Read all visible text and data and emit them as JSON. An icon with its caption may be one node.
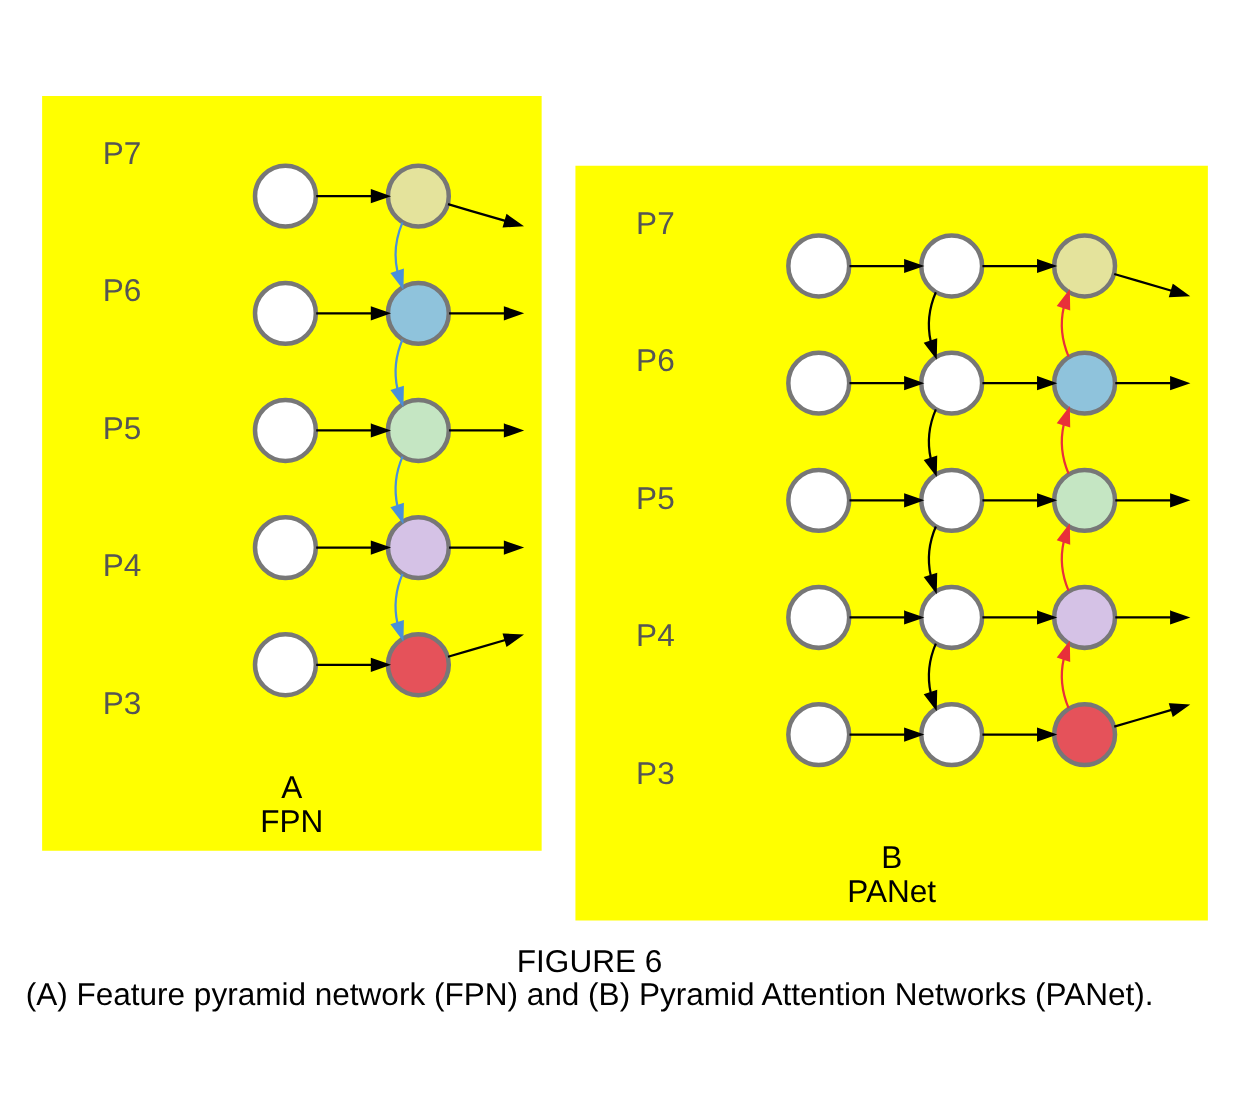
{
  "diagram": {
    "title": "FIGURE 6",
    "caption": "(A) Feature pyramid network (FPN) and (B) Pyramid Attention Networks (PANet).",
    "nodes": [
      {
        "text": [
          "A",
          "FPN"
        ]
      },
      {
        "text": [],
        "shape": "circle",
        "in": 0
      },
      {
        "text": [],
        "shape": "circle",
        "in": 0
      },
      {
        "text": [],
        "shape": "circle",
        "in": 0
      },
      {
        "text": [],
        "shape": "circle",
        "in": 0
      },
      {
        "text": [],
        "shape": "circle",
        "in": 0
      },
      {
        "text": [],
        "shape": "circle",
        "in": 0
      },
      {
        "text": [],
        "shape": "circle",
        "in": 0
      },
      {
        "text": [],
        "shape": "circle",
        "in": 0
      },
      {
        "text": [],
        "shape": "circle",
        "in": 0
      },
      {
        "text": [],
        "shape": "circle",
        "in": 0
      },
      {
        "text": [
          "B",
          "PANet"
        ]
      },
      {
        "text": [],
        "shape": "circle",
        "in": 11
      },
      {
        "text": [],
        "shape": "circle",
        "in": 11
      },
      {
        "text": [],
        "shape": "circle",
        "in": 11
      },
      {
        "text": [],
        "shape": "circle",
        "in": 11
      },
      {
        "text": [],
        "shape": "circle",
        "in": 11
      },
      {
        "text": [],
        "shape": "circle",
        "in": 11
      },
      {
        "text": [],
        "shape": "circle",
        "in": 11
      },
      {
        "text": [],
        "shape": "circle",
        "in": 11
      },
      {
        "text": [],
        "shape": "circle",
        "in": 11
      },
      {
        "text": [],
        "shape": "circle",
        "in": 11
      },
      {
        "text": [],
        "shape": "circle",
        "in": 11
      },
      {
        "text": [],
        "shape": "circle",
        "in": 11
      },
      {
        "text": [],
        "shape": "circle",
        "in": 11
      },
      {
        "text": [],
        "shape": "circle",
        "in": 11
      },
      {
        "text": [],
        "shape": "circle",
        "in": 11
      }
    ],
    "edges": [
      {
        "from": 1,
        "to": 2,
        "arrow": "to"
      },
      {
        "from": 2,
        "to": null,
        "arrow": "to"
      },
      {
        "from": 3,
        "to": 4,
        "arrow": "to"
      },
      {
        "from": 4,
        "to": null,
        "arrow": "to"
      },
      {
        "from": 5,
        "to": 6,
        "arrow": "to"
      },
      {
        "from": 6,
        "to": null,
        "arrow": "to"
      },
      {
        "from": 7,
        "to": 8,
        "arrow": "to"
      },
      {
        "from": 8,
        "to": null,
        "arrow": "to"
      },
      {
        "from": 9,
        "to": 10,
        "arrow": "to"
      },
      {
        "from": 10,
        "to": null,
        "arrow": "to"
      },
      {
        "from": 2,
        "to": 4,
        "arrow": "to",
        "color": "#4a90d9"
      },
      {
        "from": 4,
        "to": 6,
        "arrow": "to",
        "color": "#4a90d9"
      },
      {
        "from": 6,
        "to": 8,
        "arrow": "to",
        "color": "#4a90d9"
      },
      {
        "from": 8,
        "to": 10,
        "arrow": "to",
        "color": "#4a90d9"
      },
      {
        "from": 12,
        "to": 13,
        "arrow": "to"
      },
      {
        "from": 13,
        "to": 14,
        "arrow": "to"
      },
      {
        "from": 14,
        "to": null,
        "arrow": "to"
      },
      {
        "from": 15,
        "to": 16,
        "arrow": "to"
      },
      {
        "from": 16,
        "to": 17,
        "arrow": "to"
      },
      {
        "from": 17,
        "to": null,
        "arrow": "to"
      },
      {
        "from": 18,
        "to": 19,
        "arrow": "to"
      },
      {
        "from": 19,
        "to": 20,
        "arrow": "to"
      },
      {
        "from": 20,
        "to": null,
        "arrow": "to"
      },
      {
        "from": 21,
        "to": 22,
        "arrow": "to"
      },
      {
        "from": 22,
        "to": 23,
        "arrow": "to"
      },
      {
        "from": 23,
        "to": null,
        "arrow": "to"
      },
      {
        "from": 24,
        "to": 25,
        "arrow": "to"
      },
      {
        "from": 25,
        "to": 26,
        "arrow": "to"
      },
      {
        "from": 26,
        "to": null,
        "arrow": "to"
      },
      {
        "from": 13,
        "to": 16,
        "arrow": "to"
      },
      {
        "from": 16,
        "to": 19,
        "arrow": "to"
      },
      {
        "from": 19,
        "to": 22,
        "arrow": "to"
      },
      {
        "from": 22,
        "to": 25,
        "arrow": "to"
      },
      {
        "from": 26,
        "to": 23,
        "arrow": "to",
        "color": "#e8303a"
      },
      {
        "from": 23,
        "to": 20,
        "arrow": "to",
        "color": "#e8303a"
      },
      {
        "from": 20,
        "to": 17,
        "arrow": "to",
        "color": "#e8303a"
      },
      {
        "from": 17,
        "to": 14,
        "arrow": "to",
        "color": "#e8303a"
      }
    ],
    "labels": [
      "P7",
      "P6",
      "P5",
      "P4",
      "P3",
      "P7",
      "P6",
      "P5",
      "P4",
      "P3"
    ]
  }
}
